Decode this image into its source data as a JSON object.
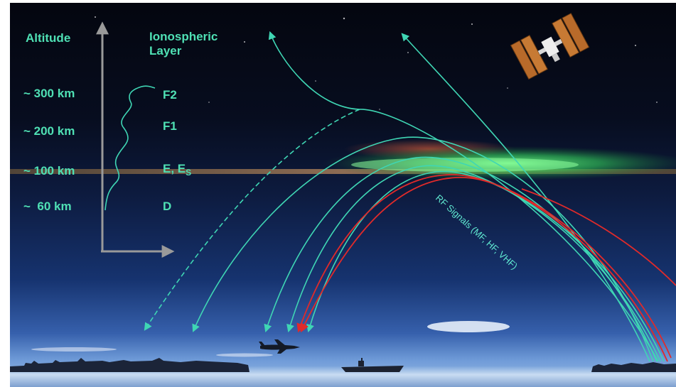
{
  "diagram": {
    "axis_title": "Altitude",
    "layer_title_line1": "Ionospheric",
    "layer_title_line2": "Layer",
    "altitudes": [
      "~ 300 km",
      "~ 200 km",
      "~ 100 km",
      "~  60 km"
    ],
    "layers": {
      "f2": "F2",
      "f1": "F1",
      "e_prefix": "E, E",
      "e_subscript": "S",
      "d": "D"
    },
    "signal_label": "RF Signals (MF, HF, VHF)"
  },
  "colors": {
    "sky_top": "#050814",
    "sky_mid": "#0c1a3c",
    "sky_low": "#1c3e8e",
    "horizon": "#6f9bd8",
    "sea": "#b6d0ee",
    "label_text": "#4fe0b4",
    "signal_cyan": "#3fd6b4",
    "signal_red": "#e02a2a",
    "aurora": "#3cf06a"
  }
}
